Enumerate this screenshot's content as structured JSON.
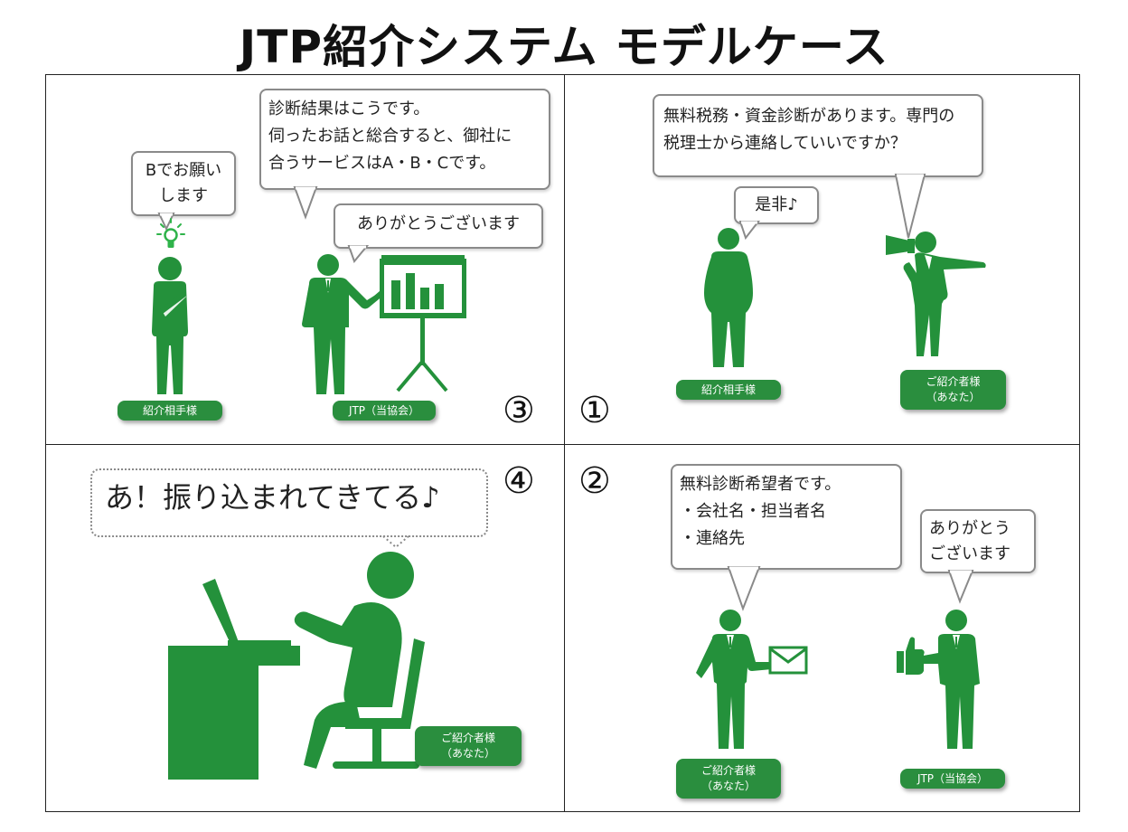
{
  "title": "JTP紹介システム モデルケース",
  "colors": {
    "figure": "#24913b",
    "tag": "#2a8e3e",
    "bubble_border": "#8a8a8a"
  },
  "panel1": {
    "number": "①",
    "bubble_tax_lines": [
      "無料税務・資金診断があります。専門の",
      "税理士から連絡していいですか？"
    ],
    "bubble_reply": "是非♪",
    "tag_partner": "紹介相手様",
    "tag_you_lines": [
      "ご紹介者様",
      "（あなた）"
    ],
    "icons": [
      "person-icon",
      "businessman-megaphone-icon"
    ]
  },
  "panel2": {
    "number": "②",
    "bubble_applicant_lines": [
      "無料診断希望者です。",
      "・会社名・担当者名",
      "・連絡先"
    ],
    "bubble_thanks_lines": [
      "ありがとう",
      "ございます"
    ],
    "tag_you_lines": [
      "ご紹介者様",
      "（あなた）"
    ],
    "tag_jtp": "JTP（当協会）",
    "icons": [
      "businessman-envelope-icon",
      "businessman-thumbs-up-icon"
    ]
  },
  "panel3": {
    "number": "③",
    "bubble_request_lines": [
      "Bでお願い",
      "します"
    ],
    "bubble_result_lines": [
      "診断結果はこうです。",
      "伺ったお話と総合すると、御社に",
      "合うサービスはA・B・Cです。"
    ],
    "bubble_thanks": "ありがとうございます",
    "tag_partner": "紹介相手様",
    "tag_jtp": "JTP（当協会）",
    "icons": [
      "lightbulb-icon",
      "thinking-person-icon",
      "presenter-chart-icon"
    ]
  },
  "panel4": {
    "number": "④",
    "bubble_text": "あ！振り込まれてきてる♪",
    "tag_you_lines": [
      "ご紹介者様",
      "（あなた）"
    ],
    "icons": [
      "person-at-laptop-icon"
    ]
  }
}
